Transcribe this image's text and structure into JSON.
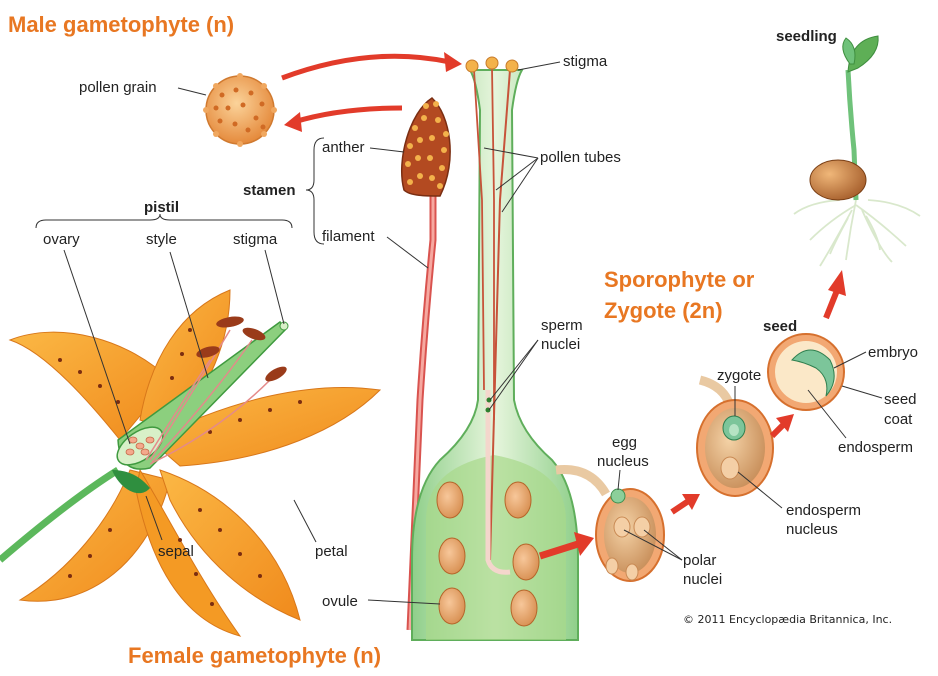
{
  "titles": {
    "male": "Male gametophyte (n)",
    "female": "Female gametophyte (n)",
    "sporophyte_line1": "Sporophyte or",
    "sporophyte_line2": "Zygote (2n)"
  },
  "labels": {
    "pollen_grain": "pollen grain",
    "stigma_top": "stigma",
    "anther": "anther",
    "stamen": "stamen",
    "filament": "filament",
    "pollen_tubes": "pollen tubes",
    "pistil": "pistil",
    "ovary": "ovary",
    "style": "style",
    "stigma_flower": "stigma",
    "sepal": "sepal",
    "petal": "petal",
    "ovule": "ovule",
    "sperm_nuclei_1": "sperm",
    "sperm_nuclei_2": "nuclei",
    "egg_nucleus_1": "egg",
    "egg_nucleus_2": "nucleus",
    "polar_nuclei_1": "polar",
    "polar_nuclei_2": "nuclei",
    "zygote": "zygote",
    "endosperm_nucleus_1": "endosperm",
    "endosperm_nucleus_2": "nucleus",
    "seed": "seed",
    "embryo": "embryo",
    "seed_coat_1": "seed",
    "seed_coat_2": "coat",
    "endosperm": "endosperm",
    "seedling": "seedling"
  },
  "credit": "© 2011 Encyclopædia Britannica, Inc.",
  "colors": {
    "title_orange": "#e87722",
    "arrow_red": "#e23b2a",
    "petal_orange": "#f7a12c",
    "pistil_green": "#c6e6b8",
    "anther_brown": "#9a3b1a"
  }
}
